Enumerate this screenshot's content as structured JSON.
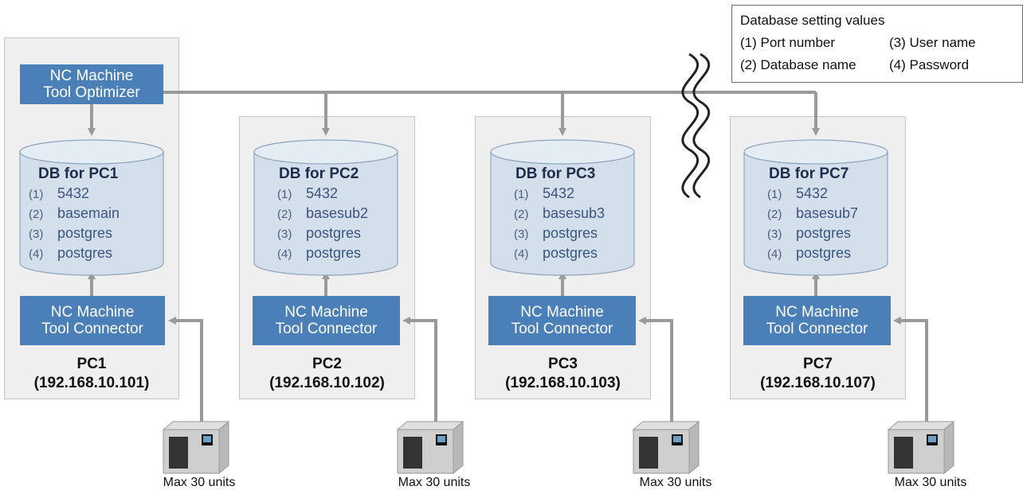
{
  "legend": {
    "title": "Database setting values",
    "items": [
      "(1) Port number",
      "(3) User name",
      "(2) Database name",
      "(4) Password"
    ]
  },
  "optimizer_label": [
    "NC Machine",
    "Tool Optimizer"
  ],
  "connector_label": [
    "NC Machine",
    "Tool Connector"
  ],
  "row_numbers": [
    "(1)",
    "(2)",
    "(3)",
    "(4)"
  ],
  "pcs": [
    {
      "name": "PC1",
      "ip": "(192.168.10.101)",
      "db_title": "DB for PC1",
      "db_values": [
        "5432",
        "basemain",
        "postgres",
        "postgres"
      ],
      "machine_label": "Max 30 units"
    },
    {
      "name": "PC2",
      "ip": "(192.168.10.102)",
      "db_title": "DB for PC2",
      "db_values": [
        "5432",
        "basesub2",
        "postgres",
        "postgres"
      ],
      "machine_label": "Max 30 units"
    },
    {
      "name": "PC3",
      "ip": "(192.168.10.103)",
      "db_title": "DB for PC3",
      "db_values": [
        "5432",
        "basesub3",
        "postgres",
        "postgres"
      ],
      "machine_label": "Max 30 units"
    },
    {
      "name": "PC7",
      "ip": "(192.168.10.107)",
      "db_title": "DB for PC7",
      "db_values": [
        "5432",
        "basesub7",
        "postgres",
        "postgres"
      ],
      "machine_label": "Max 30 units"
    }
  ],
  "colors": {
    "box_blue": "#4a7fb7",
    "db_fill": "#d3dfea",
    "panel_gray": "#efefef",
    "line_gray": "#9a9a9a"
  }
}
